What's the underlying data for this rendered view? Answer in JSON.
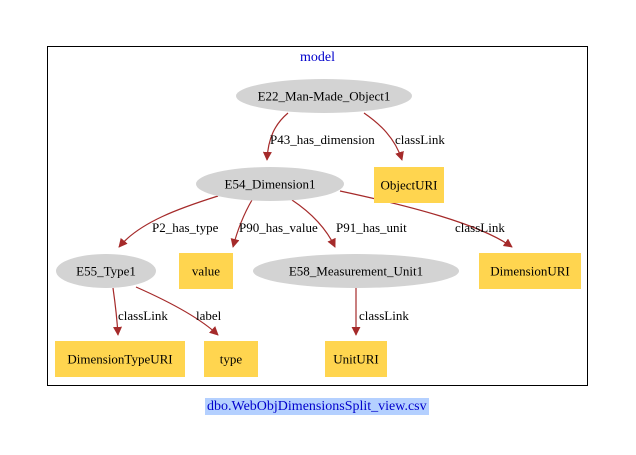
{
  "cluster": {
    "title": "model"
  },
  "caption": "dbo.WebObjDimensionsSplit_view.csv",
  "colors": {
    "class_node": "#d3d3d3",
    "literal_node": "#ffd54f",
    "edge": "#a52a2a",
    "cluster_title": "#0000cc",
    "caption_bg": "#b4d0ff"
  },
  "nodes": [
    {
      "id": "e22",
      "label": "E22_Man-Made_Object1",
      "kind": "class"
    },
    {
      "id": "objuri",
      "label": "ObjectURI",
      "kind": "literal"
    },
    {
      "id": "e54",
      "label": "E54_Dimension1",
      "kind": "class"
    },
    {
      "id": "e55",
      "label": "E55_Type1",
      "kind": "class"
    },
    {
      "id": "value",
      "label": "value",
      "kind": "literal"
    },
    {
      "id": "e58",
      "label": "E58_Measurement_Unit1",
      "kind": "class"
    },
    {
      "id": "dimuri",
      "label": "DimensionURI",
      "kind": "literal"
    },
    {
      "id": "dimtypeuri",
      "label": "DimensionTypeURI",
      "kind": "literal"
    },
    {
      "id": "type",
      "label": "type",
      "kind": "literal"
    },
    {
      "id": "unituri",
      "label": "UnitURI",
      "kind": "literal"
    }
  ],
  "edges": [
    {
      "id": "p43",
      "from": "e22",
      "to": "e54",
      "label": "P43_has_dimension"
    },
    {
      "id": "cl1",
      "from": "e22",
      "to": "objuri",
      "label": "classLink"
    },
    {
      "id": "p2",
      "from": "e54",
      "to": "e55",
      "label": "P2_has_type"
    },
    {
      "id": "p90",
      "from": "e54",
      "to": "value",
      "label": "P90_has_value"
    },
    {
      "id": "p91",
      "from": "e54",
      "to": "e58",
      "label": "P91_has_unit"
    },
    {
      "id": "cl2",
      "from": "e54",
      "to": "dimuri",
      "label": "classLink"
    },
    {
      "id": "cl3",
      "from": "e55",
      "to": "dimtypeuri",
      "label": "classLink"
    },
    {
      "id": "lbl",
      "from": "e55",
      "to": "type",
      "label": "label"
    },
    {
      "id": "cl4",
      "from": "e58",
      "to": "unituri",
      "label": "classLink"
    }
  ]
}
